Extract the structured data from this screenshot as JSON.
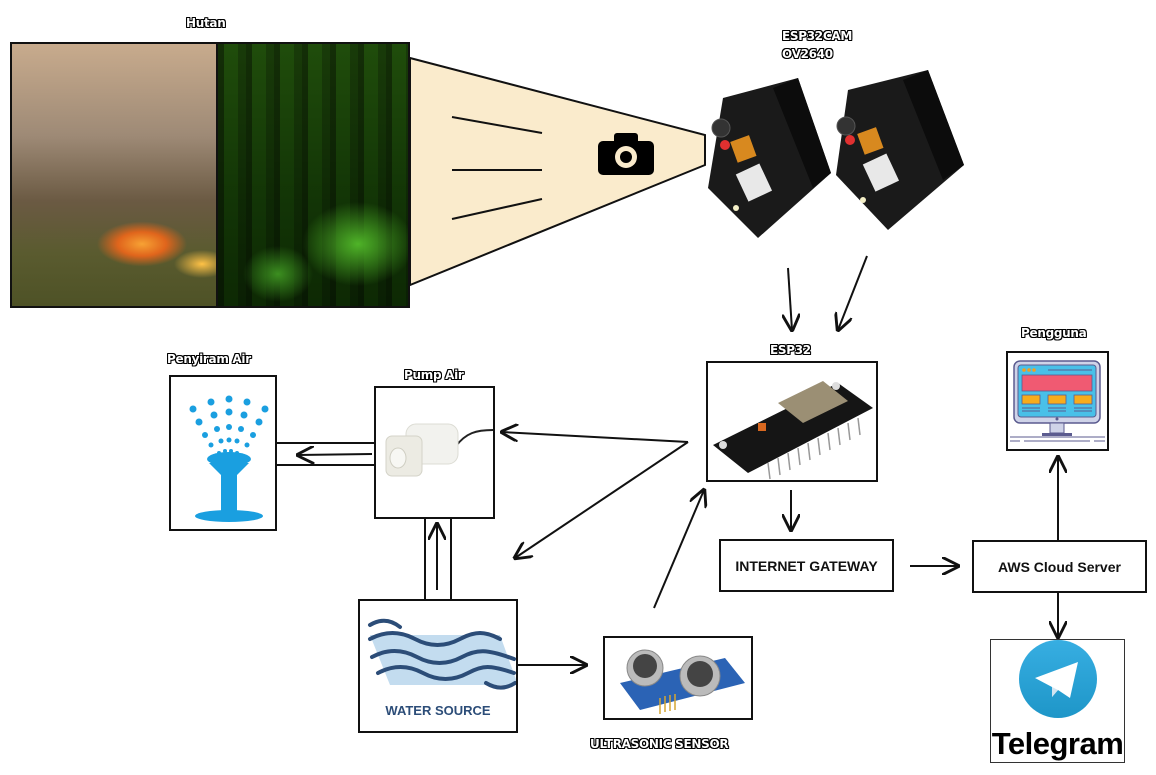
{
  "diagram": {
    "nodes": {
      "forest": {
        "label": "Hutan"
      },
      "camera": {
        "label_line1": "ESP32CAM",
        "label_line2": "OV2640"
      },
      "esp32": {
        "label": "ESP32"
      },
      "sprinkler": {
        "label": "Penyiram Air"
      },
      "pump": {
        "label": "Pump Air"
      },
      "water_source": {
        "label": "WATER SOURCE"
      },
      "ultrasonic": {
        "label": "ULTRASONIC SENSOR"
      },
      "gateway": {
        "label": "INTERNET GATEWAY"
      },
      "cloud": {
        "label": "AWS Cloud Server"
      },
      "user": {
        "label": "Pengguna"
      },
      "telegram": {
        "label": "Telegram"
      }
    },
    "icons": {
      "camera": "camera-icon",
      "sprinkler": "sprinkler-icon",
      "monitor": "monitor-icon",
      "telegram": "telegram-logo-icon"
    },
    "colors": {
      "cone_fill": "#faebcc",
      "water_blue": "#1a9fe0",
      "telegram_blue": "#2ea6df",
      "water_text": "#2c4d78"
    },
    "connections": [
      {
        "from": "esp32cam-1",
        "to": "esp32"
      },
      {
        "from": "esp32cam-2",
        "to": "esp32"
      },
      {
        "from": "esp32",
        "to": "pump"
      },
      {
        "from": "esp32",
        "to": "water_source"
      },
      {
        "from": "ultrasonic",
        "to": "esp32"
      },
      {
        "from": "esp32",
        "to": "gateway"
      },
      {
        "from": "gateway",
        "to": "cloud"
      },
      {
        "from": "cloud",
        "to": "user"
      },
      {
        "from": "cloud",
        "to": "telegram"
      },
      {
        "from": "pump",
        "to": "sprinkler"
      },
      {
        "from": "water_source",
        "to": "pump"
      },
      {
        "from": "water_source",
        "to": "ultrasonic"
      }
    ]
  }
}
